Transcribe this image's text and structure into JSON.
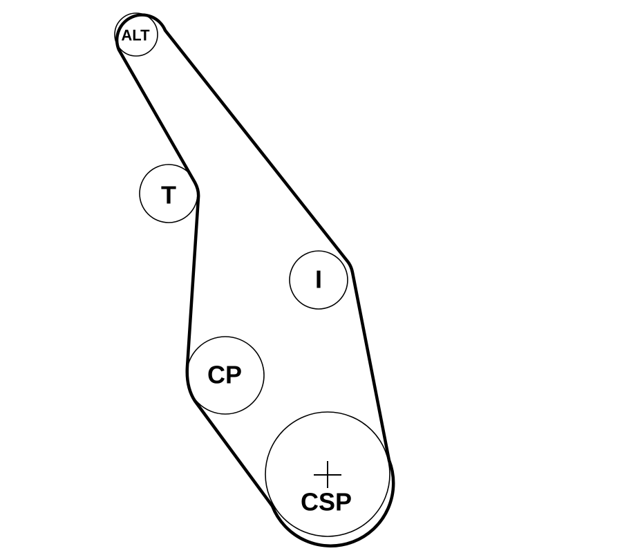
{
  "diagram": {
    "pulleys": [
      {
        "id": "alt",
        "label": "ALT"
      },
      {
        "id": "tensioner",
        "label": "T"
      },
      {
        "id": "idler",
        "label": "I"
      },
      {
        "id": "coolant-pump",
        "label": "CP"
      },
      {
        "id": "crankshaft",
        "label": "CSP"
      }
    ]
  },
  "colors": {
    "line": "#000000",
    "background": "#ffffff"
  }
}
